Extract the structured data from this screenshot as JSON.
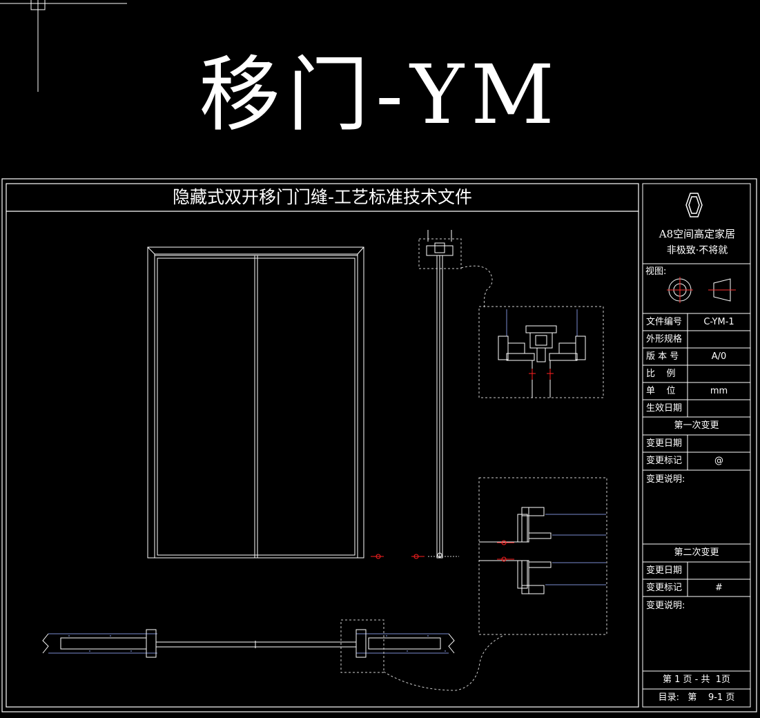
{
  "header": {
    "title": "移门-YM"
  },
  "sheet": {
    "title": "隐藏式双开移门门缝-工艺标准技术文件"
  },
  "brand": {
    "name": "A8空间高定家居",
    "slogan": "非极致·不将就"
  },
  "title_block": {
    "view_label": "视图:",
    "rows": [
      {
        "label": "文件编号",
        "value": "C-YM-1"
      },
      {
        "label": "外形规格",
        "value": ""
      },
      {
        "label": "版 本 号",
        "value": "A/0"
      },
      {
        "label": "比    例",
        "value": ""
      },
      {
        "label": "单    位",
        "value": "mm"
      },
      {
        "label": "生效日期",
        "value": ""
      }
    ],
    "first_change": {
      "header": "第一次变更",
      "date_label": "变更日期",
      "mark_label": "变更标记",
      "mark_value": "@",
      "desc_label": "变更说明:"
    },
    "second_change": {
      "header": "第二次变更",
      "date_label": "变更日期",
      "mark_label": "变更标记",
      "mark_value": "#",
      "desc_label": "变更说明:"
    },
    "page_info": "第 1 页 - 共  1页",
    "catalog": "目录:   第    9-1 页"
  },
  "colors": {
    "background": "#000000",
    "line": "#ffffff",
    "detail_dash": "#cfcfcf",
    "hatch_blue": "#7a8ccf",
    "dimension_red": "#ff2020"
  }
}
